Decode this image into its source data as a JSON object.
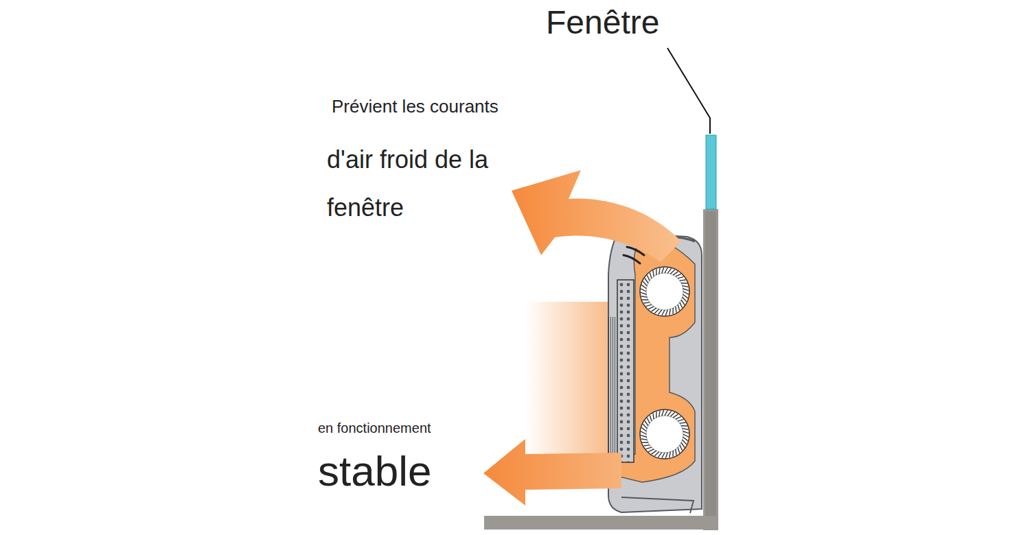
{
  "diagram": {
    "labels": [
      "Fenêtre",
      "Prévient les courants",
      "d'air froid de la fenêtre",
      "en fonctionnement",
      "stable"
    ]
  }
}
